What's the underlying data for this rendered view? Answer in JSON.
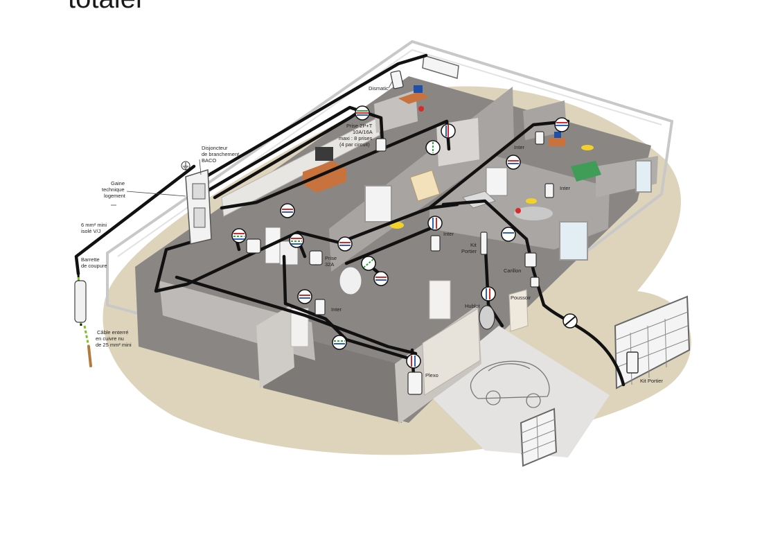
{
  "page": {
    "title": "totaler"
  },
  "colors": {
    "ground": "#ddd4bb",
    "floor": "#8a8683",
    "wall_top": "#b8b5b2",
    "wall_face": "#e8e6e3",
    "outline": "#c8c8c8",
    "cable": "#111111",
    "crossing_green": "#35a63f",
    "crossing_red": "#d9262c",
    "crossing_blue": "#2a5fbf",
    "earth_wire": "#7bbf2a",
    "earth_rod": "#b27a3c"
  },
  "labels": {
    "dismatic": "Dismatic",
    "disjoncteur_1": "Disjoncteur",
    "disjoncteur_2": "de branchement",
    "disjoncteur_3": "BACO",
    "gaine_1": "Gaine",
    "gaine_2": "technique",
    "gaine_3": "logement",
    "prise_2pt_1": "Prise 2P+T",
    "prise_2pt_2": "10A/16A",
    "prise_2pt_3": "maxi : 8 prises",
    "prise_2pt_4": "(4 par circuit)",
    "cable_6mm_1": "6 mm² mini",
    "cable_6mm_2": "isolé V/J",
    "barrette_1": "Barrette",
    "barrette_2": "de coupure",
    "cable_terre_1": "Câble enterré",
    "cable_terre_2": "en cuivre nu",
    "cable_terre_3": "de 25 mm² mini",
    "inter_1": "Inter",
    "inter_2": "Inter",
    "inter_3": "Inter",
    "inter_4": "Inter",
    "kit_portier_1": "Kit",
    "kit_portier_2": "Portier",
    "prise_32a_1": "Prise",
    "prise_32a_2": "32A",
    "carillon": "Carillon",
    "poussoir": "Poussoir",
    "hublot": "Hublot",
    "plexo": "Plexo",
    "kit_portier_ext": "Kit Portier"
  }
}
